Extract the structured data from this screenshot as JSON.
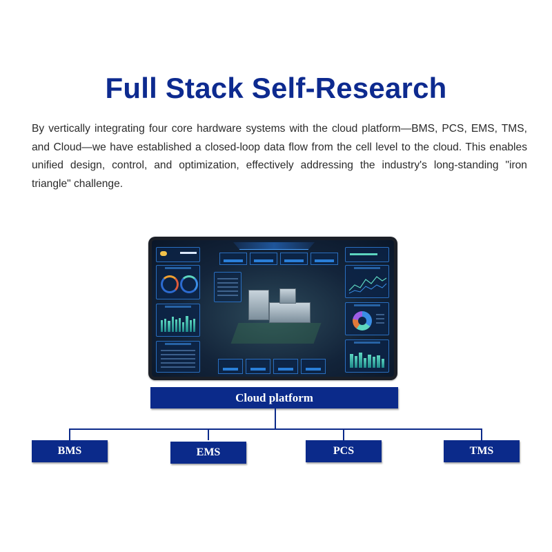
{
  "header": {
    "title": "Full Stack Self-Research",
    "description": "By vertically integrating four core hardware systems with the cloud platform—BMS, PCS, EMS, TMS, and Cloud—we have established a closed-loop data flow from the cell level to the cloud. This enables unified design, control, and optimization, effectively addressing the industry's long-standing \"iron triangle\" challenge."
  },
  "diagram": {
    "root": "Cloud platform",
    "children": [
      "BMS",
      "EMS",
      "PCS",
      "TMS"
    ]
  },
  "colors": {
    "title": "#0d2a8f",
    "box": "#0b2a8a",
    "text": "#2a2a2a"
  }
}
